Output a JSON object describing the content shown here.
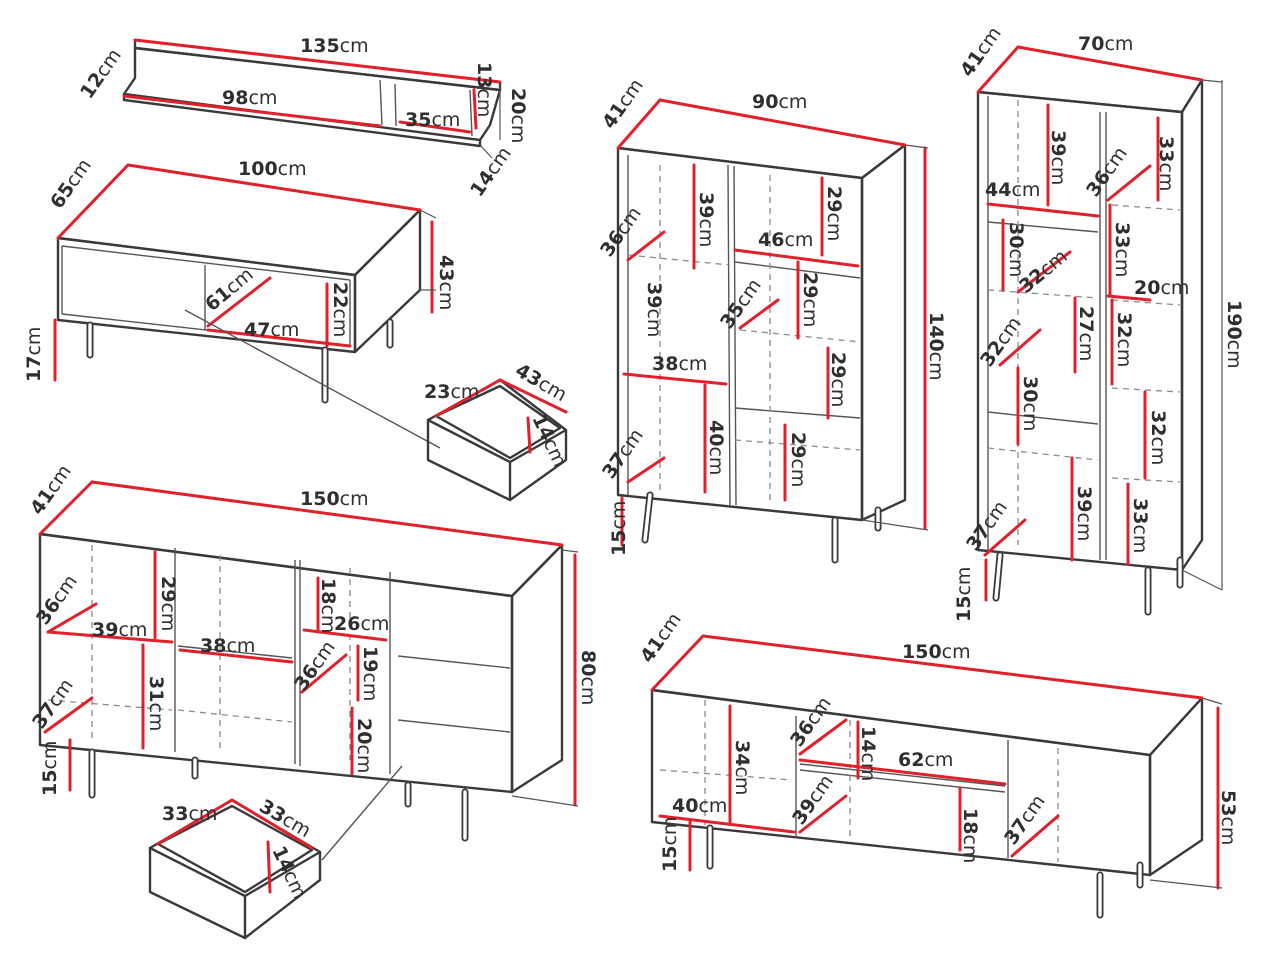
{
  "diagram": {
    "wall_shelf": {
      "length": "135",
      "depth": "12",
      "gap": "98",
      "niche": "35",
      "shelf_h": "13",
      "total_h": "20",
      "back_d": "14"
    },
    "coffee_table": {
      "width": "100",
      "depth": "65",
      "height": "43",
      "leg_h": "17",
      "drawer_diag": "61",
      "drawer_w": "47",
      "drawer_h": "22",
      "detail": {
        "depth": "23",
        "width": "43",
        "height": "14"
      }
    },
    "bookcase_90": {
      "width": "90",
      "depth": "41",
      "height": "140",
      "leg_h": "15",
      "left_diag_top": "36",
      "left_upper_h": "39",
      "left_mid_h": "39",
      "left_mid_w": "38",
      "left_diag_bot": "37",
      "left_low_h": "40",
      "right_top_h": "29",
      "right_shelf_w": "46",
      "right_diag": "35",
      "right_mid_h": "29",
      "right_mid2_h": "29",
      "right_low_h": "29"
    },
    "tall_cabinet": {
      "width": "70",
      "depth": "41",
      "height": "190",
      "leg_h": "15",
      "left_top_h": "39",
      "left_shelf_w": "44",
      "left_h2": "30",
      "left_diag": "32",
      "left_h3": "27",
      "left_diag2": "32",
      "left_h4": "30",
      "left_low_h": "39",
      "left_diag_bot": "37",
      "right_top_h": "33",
      "right_diag": "36",
      "right_h2": "33",
      "right_w": "20",
      "right_h3": "32",
      "right_h4": "32",
      "right_low_h": "33"
    },
    "sideboard": {
      "width": "150",
      "depth": "41",
      "height": "80",
      "leg_h": "15",
      "c1_diag": "36",
      "c1_top_h": "29",
      "c1_shelf_w": "39",
      "c1_low_h": "31",
      "c1_diag_bot": "37",
      "c2_shelf_w": "38",
      "c3_top_h": "18",
      "c3_w": "26",
      "c3_diag": "36",
      "c3_mid_h": "19",
      "c3_low_h": "20",
      "drawer": {
        "depth": "33",
        "width": "33",
        "height": "14"
      }
    },
    "tv_stand": {
      "width": "150",
      "depth": "41",
      "height": "53",
      "leg_h": "15",
      "l_h": "34",
      "l_w": "40",
      "c_diag_top": "36",
      "c_top_h": "14",
      "c_w": "62",
      "c_diag": "39",
      "c_low_h": "18",
      "r_diag": "37"
    },
    "unit": "cm"
  },
  "colors": {
    "dimension": "#e0202a",
    "outline": "#3a3a3a",
    "inner": "#8c8c8c"
  }
}
